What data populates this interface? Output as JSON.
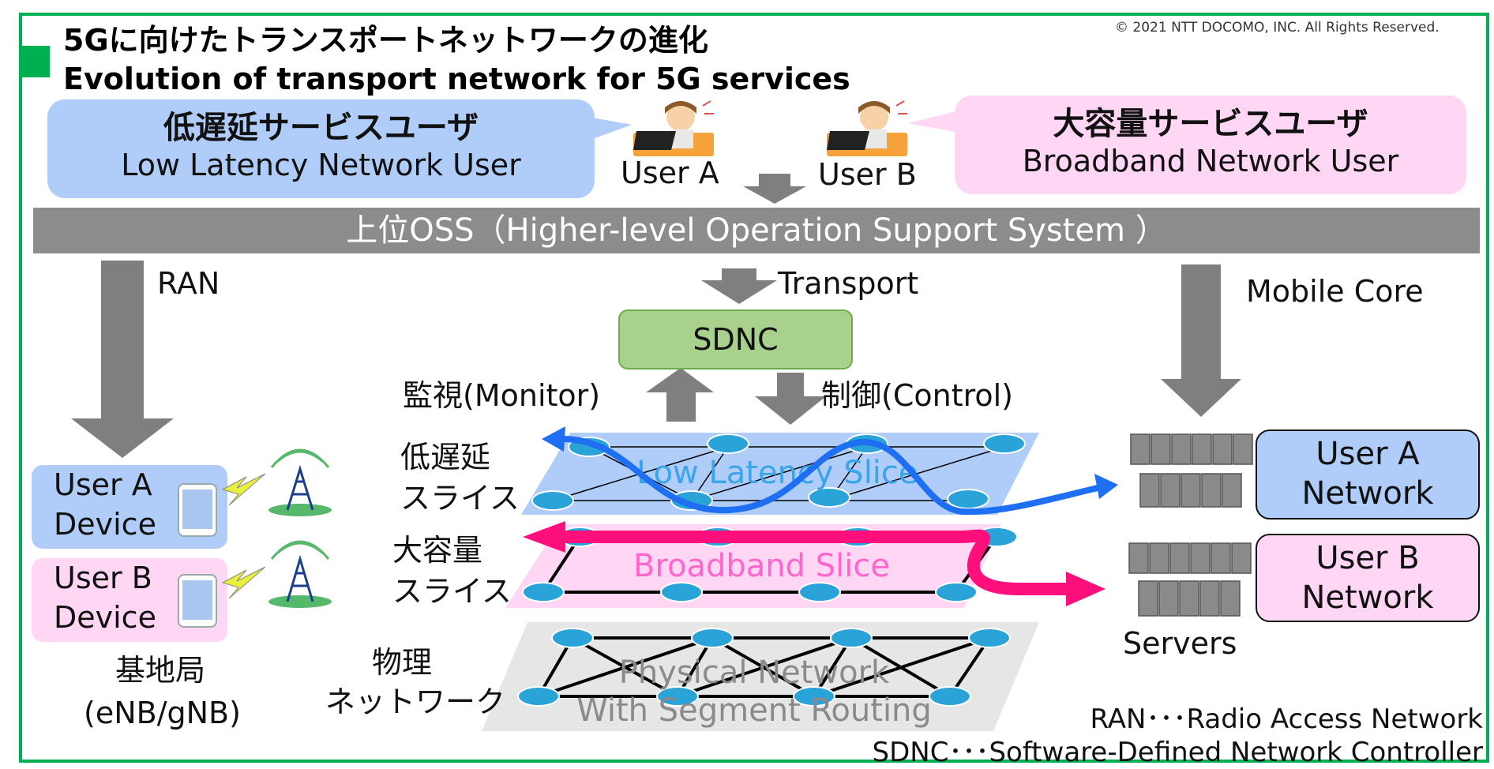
{
  "header": {
    "title_jp": "5Gに向けたトランスポートネットワークの進化",
    "title_en": "Evolution of transport network for 5G services",
    "copyright": "© 2021 NTT DOCOMO, INC. All Rights Reserved."
  },
  "users": {
    "low_latency": {
      "jp": "低遅延サービスユーザ",
      "en": "Low Latency Network User"
    },
    "broadband": {
      "jp": "大容量サービスユーザ",
      "en": "Broadband Network User"
    },
    "user_a": "User A",
    "user_b": "User B"
  },
  "oss": {
    "label": "上位OSS（Higher-level Operation Support System ）"
  },
  "domains": {
    "ran": "RAN",
    "transport": "Transport",
    "mobile_core": "Mobile Core"
  },
  "sdnc": {
    "label": "SDNC",
    "monitor": "監視(Monitor)",
    "control": "制御(Control)"
  },
  "slices": {
    "low_latency_jp_1": "低遅延",
    "low_latency_jp_2": "スライス",
    "low_latency_en": "Low Latency Slice",
    "broadband_jp_1": "大容量",
    "broadband_jp_2": "スライス",
    "broadband_en": "Broadband Slice",
    "physical_jp_1": "物理",
    "physical_jp_2": "ネットワーク",
    "physical_en_1": "Physical Network",
    "physical_en_2": "With Segment Routing"
  },
  "devices": {
    "user_a_1": "User A",
    "user_a_2": "Device",
    "user_b_1": "User B",
    "user_b_2": "Device",
    "base_station_1": "基地局",
    "base_station_2": "(eNB/gNB)"
  },
  "core": {
    "servers": "Servers",
    "user_a_net_1": "User A",
    "user_a_net_2": "Network",
    "user_b_net_1": "User B",
    "user_b_net_2": "Network"
  },
  "legend": {
    "ran": "RAN･･･Radio Access Network",
    "sdnc": "SDNC･･･Software-Defined Network Controller"
  },
  "colors": {
    "frame_green": "#00b050",
    "low_latency_blue": "#afcdf8",
    "broadband_pink": "#ffd7f4",
    "oss_grey": "#8c8c8c",
    "sdnc_green": "#a9d18e",
    "arrow_grey": "#7f7f7f",
    "path_blue": "#1f6ff2",
    "path_pink": "#ff0f7b"
  }
}
